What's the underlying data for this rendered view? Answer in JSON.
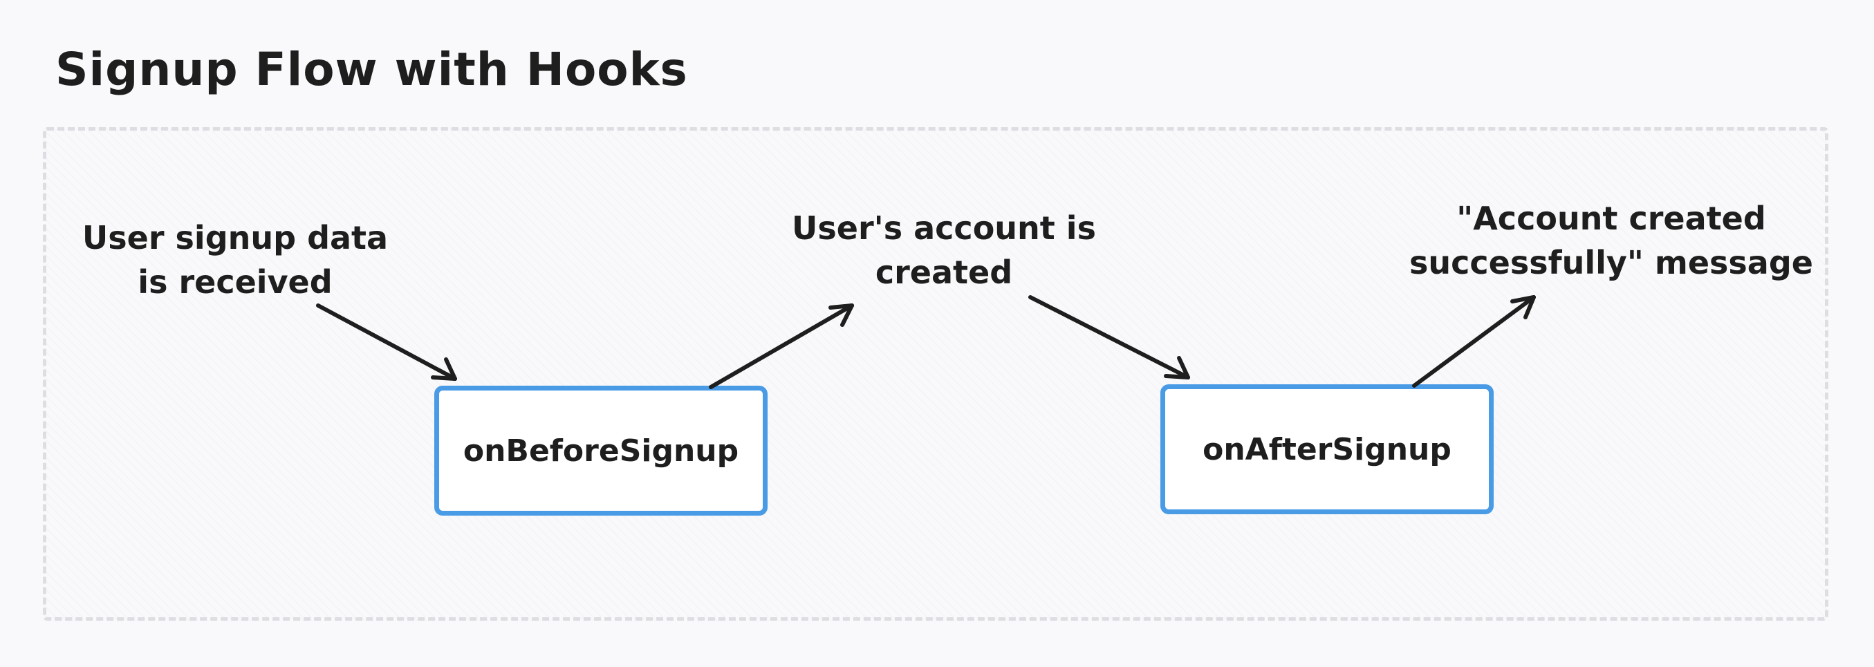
{
  "title": "Signup Flow with Hooks",
  "labels": {
    "signup_data": "User signup data\nis received",
    "account_created": "User's account is\ncreated",
    "success_message": "\"Account created\nsuccessfully\" message"
  },
  "hooks": {
    "before": "onBeforeSignup",
    "after": "onAfterSignup"
  },
  "colors": {
    "hook_border": "#4a9be6",
    "arrow": "#1e1e1e",
    "frame_border": "#dedee2"
  }
}
